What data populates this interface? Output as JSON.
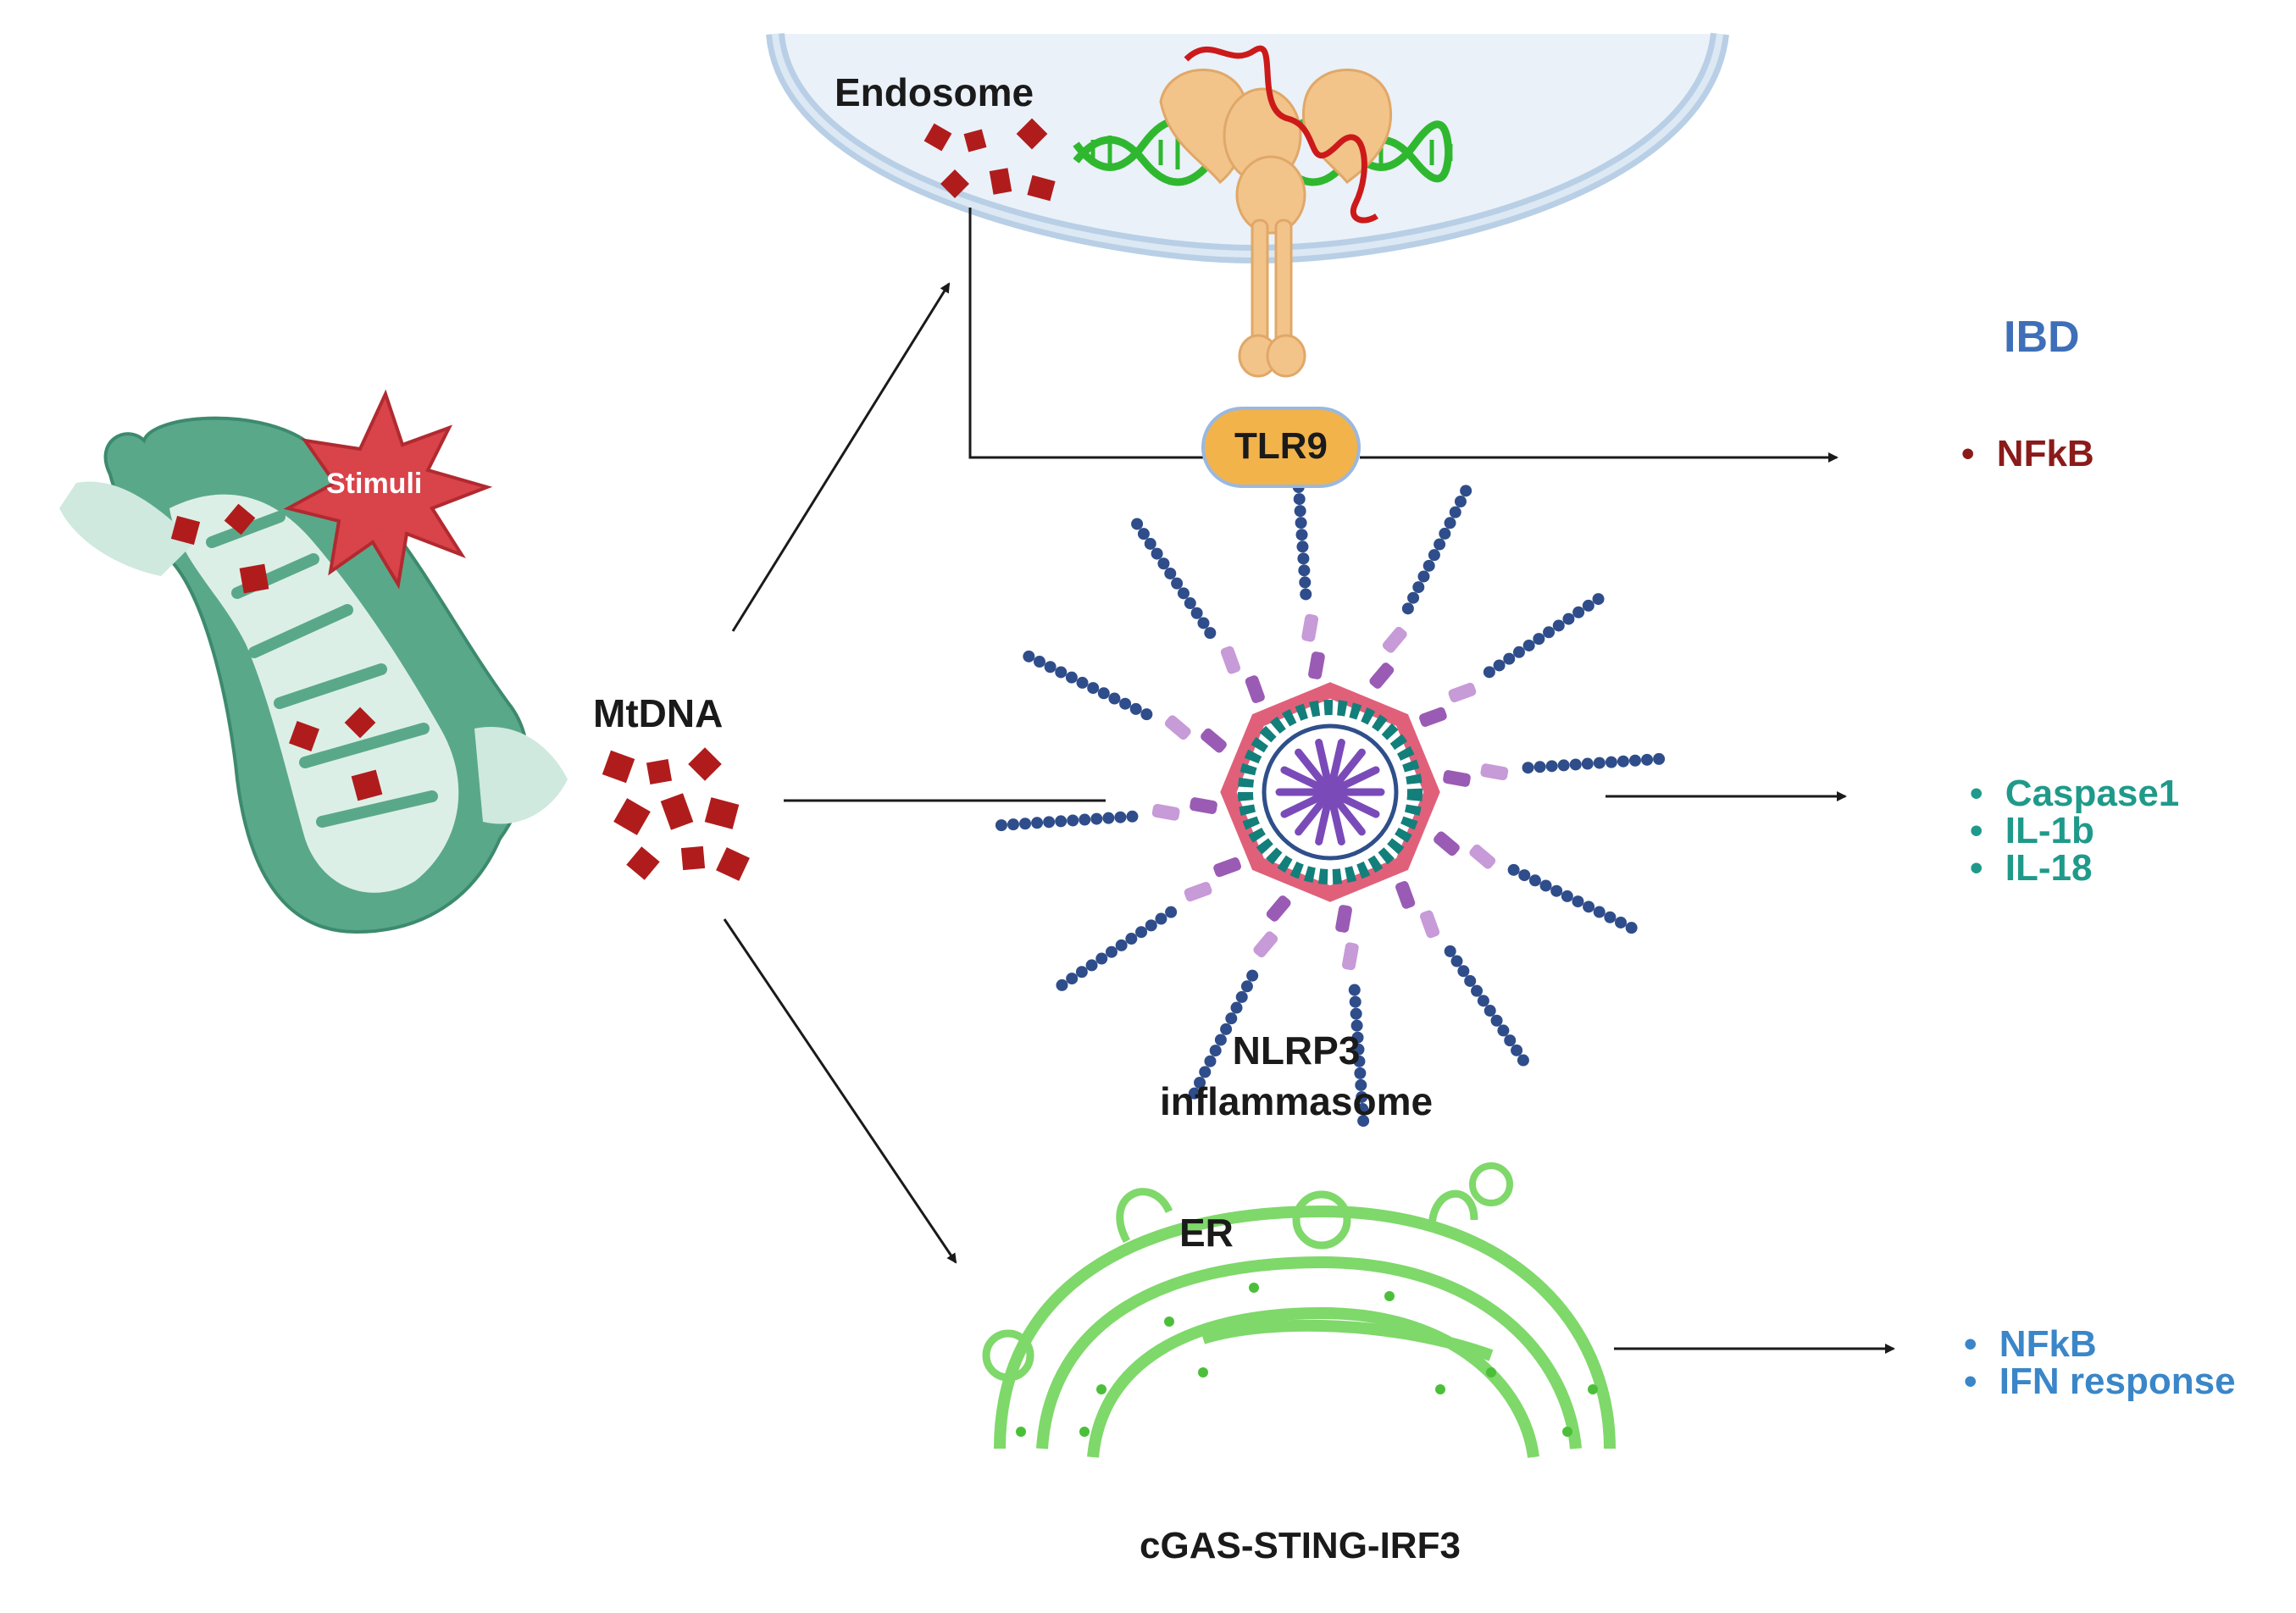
{
  "labels": {
    "endosome": "Endosome",
    "stimuli": "Stimuli",
    "mtdna": "MtDNA",
    "tlr9": "TLR9",
    "nlrp3_line1": "NLRP3",
    "nlrp3_line2": "inflammasome",
    "er": "ER",
    "cgas": "cGAS-STING-IRF3"
  },
  "outcomes": {
    "ibd_title": "IBD",
    "tlr9": [
      "NFkB"
    ],
    "inflammasome": [
      "Caspase1",
      "IL-1b",
      "IL-18"
    ],
    "sting": [
      "NFkB",
      "IFN response"
    ]
  },
  "colors": {
    "ibd": "#3e6fb8",
    "nfkb_tlr9": "#8b1a1a",
    "inflammasome_out": "#1f9a8a",
    "sting_out": "#3a86c8",
    "mtdna": "#b01c1c",
    "mitochondrion": "#5aa88a",
    "er": "#7fd86a",
    "tlr9_badge": "#f2b34a"
  }
}
